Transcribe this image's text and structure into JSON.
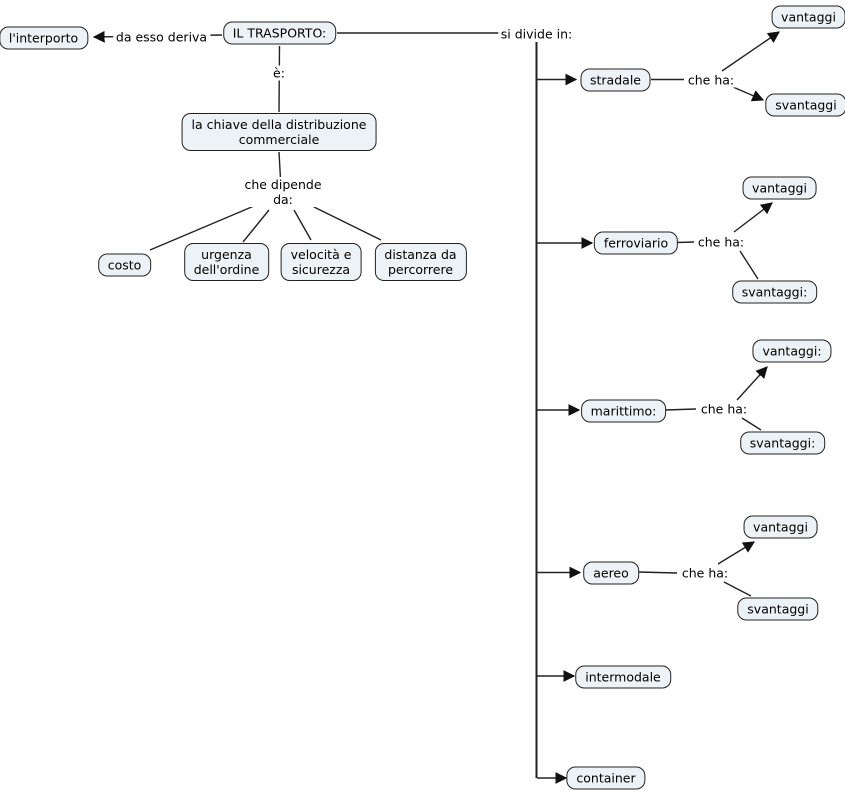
{
  "nodes": {
    "interporto": {
      "lines": [
        "l'interporto"
      ]
    },
    "trasporto": {
      "lines": [
        "IL TRASPORTO:"
      ]
    },
    "chiave": {
      "lines": [
        "la chiave della distribuzione",
        "commerciale"
      ]
    },
    "costo": {
      "lines": [
        "costo"
      ]
    },
    "urgenza": {
      "lines": [
        "urgenza",
        "dell'ordine"
      ]
    },
    "velocita": {
      "lines": [
        "velocità e",
        "sicurezza"
      ]
    },
    "distanza": {
      "lines": [
        "distanza da",
        "percorrere"
      ]
    },
    "stradale": {
      "lines": [
        "stradale"
      ]
    },
    "stradale_vantaggi": {
      "lines": [
        "vantaggi"
      ]
    },
    "stradale_svantaggi": {
      "lines": [
        "svantaggi"
      ]
    },
    "ferroviario": {
      "lines": [
        "ferroviario"
      ]
    },
    "ferroviario_vantaggi": {
      "lines": [
        "vantaggi"
      ]
    },
    "ferroviario_svantaggi": {
      "lines": [
        "svantaggi:"
      ]
    },
    "marittimo": {
      "lines": [
        "marittimo:"
      ]
    },
    "marittimo_vantaggi": {
      "lines": [
        "vantaggi:"
      ]
    },
    "marittimo_svantaggi": {
      "lines": [
        "svantaggi:"
      ]
    },
    "aereo": {
      "lines": [
        "aereo"
      ]
    },
    "aereo_vantaggi": {
      "lines": [
        "vantaggi"
      ]
    },
    "aereo_svantaggi": {
      "lines": [
        "svantaggi"
      ]
    },
    "intermodale": {
      "lines": [
        "intermodale"
      ]
    },
    "container": {
      "lines": [
        "container"
      ]
    }
  },
  "link_labels": {
    "da_esso_deriva": "da esso deriva",
    "e": "è:",
    "che_dipende": {
      "lines": [
        "che dipende",
        "da:"
      ]
    },
    "si_divide_in": "si divide in:",
    "che_ha_stradale": "che ha:",
    "che_ha_ferroviario": "che ha:",
    "che_ha_marittimo": "che ha:",
    "che_ha_aereo": "che ha:"
  },
  "colors": {
    "background": "#ffffff",
    "node_fill": "#edf2f6",
    "node_border": "#222222",
    "line": "#222222",
    "text": "#000000"
  }
}
